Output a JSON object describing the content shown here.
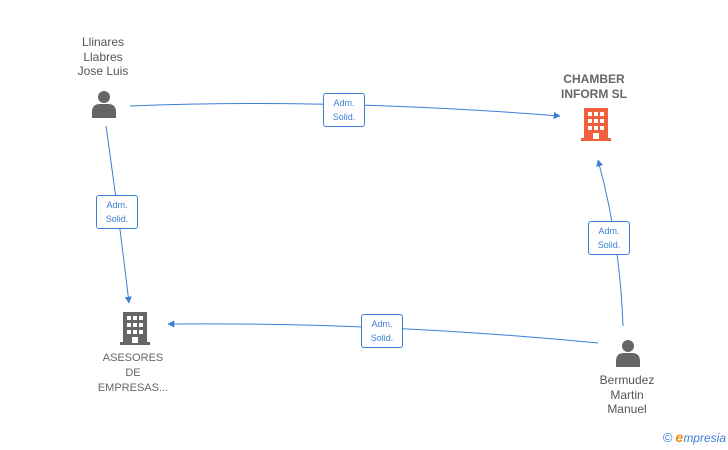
{
  "nodes": {
    "person_llinares": {
      "label": "Llinares\nLlabres\nJose Luis",
      "icon": "person-icon"
    },
    "company_chamber": {
      "label": "CHAMBER\nINFORM SL",
      "icon": "building-icon",
      "color": "#f0603c"
    },
    "company_asesores": {
      "label": "ASESORES\nDE\nEMPRESAS...",
      "icon": "building-icon",
      "color": "#666666"
    },
    "person_bermudez": {
      "label": "Bermudez\nMartin\nManuel",
      "icon": "person-icon"
    }
  },
  "edges": [
    {
      "from": "Llinares Llabres Jose Luis",
      "to": "CHAMBER INFORM SL",
      "line1": "Adm.",
      "line2": "Solid."
    },
    {
      "from": "Llinares Llabres Jose Luis",
      "to": "ASESORES DE EMPRESAS...",
      "line1": "Adm.",
      "line2": "Solid."
    },
    {
      "from": "Bermudez Martin Manuel",
      "to": "CHAMBER INFORM SL",
      "line1": "Adm.",
      "line2": "Solid."
    },
    {
      "from": "Bermudez Martin Manuel",
      "to": "ASESORES DE EMPRESAS...",
      "line1": "Adm.",
      "line2": "Solid."
    }
  ],
  "colors": {
    "edge": "#3b7fd6",
    "icon_gray": "#666666",
    "icon_accent": "#f0603c"
  },
  "brand": {
    "copyright": "©",
    "initial": "e",
    "rest": "mpresia"
  }
}
